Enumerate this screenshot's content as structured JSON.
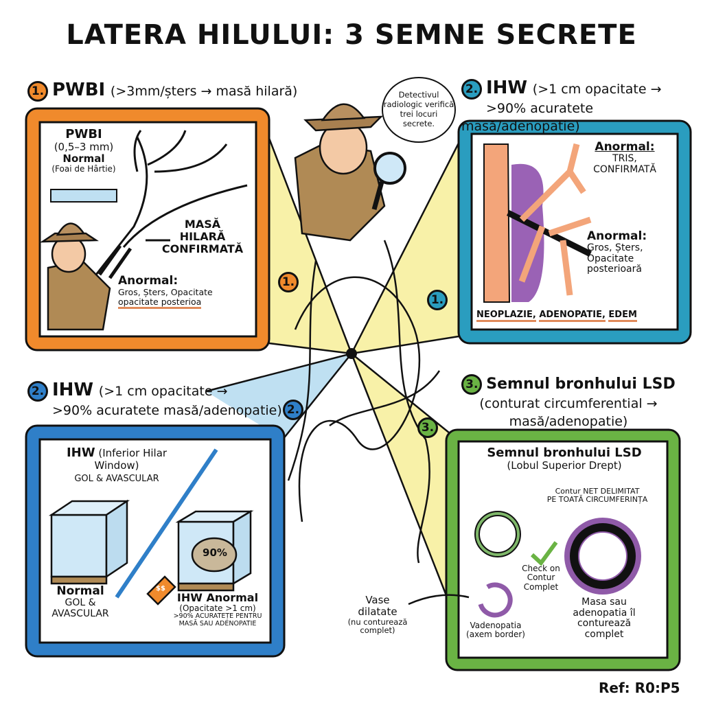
{
  "title": "LATERA HILULUI: 3 SEMNE SECRETE",
  "colors": {
    "orange": "#f08a2c",
    "teal": "#2a9dbf",
    "blue": "#2f7fc8",
    "green": "#6ab344",
    "purple": "#8f5aa8",
    "beam": "#f8f1a8",
    "beam_blue": "#bfe0f2",
    "tan": "#b08a55"
  },
  "speech_bubble": "Detectivul radiologic verifică trei locuri secrete.",
  "markers": {
    "m1a": "1.",
    "m1b": "1.",
    "m2": "2.",
    "m3": "3."
  },
  "panel1": {
    "badge": "1.",
    "heading": "PWBI",
    "heading_sub": "(>3mm/șters → masă hilară)",
    "label_title": "PWBI",
    "label_range": "(0,5–3 mm)",
    "label_normal": "Normal",
    "label_paper": "(Foai de Hârtie)",
    "arrow_text": [
      "MASĂ",
      "HILARĂ",
      "CONFIRMATĂ"
    ],
    "abnormal_title": "Anormal:",
    "abnormal_line1": "Gros, Șters, Opacitate",
    "abnormal_line2": "opacitate posterioa"
  },
  "panel2": {
    "badge": "2.",
    "heading": "IHW",
    "heading_sub1": "(>1 cm opacitate →",
    "heading_sub2": ">90% acuratete masă/adenopatie)",
    "abn1_title": "Anormal:",
    "abn1_text": [
      "TRIS,",
      "CONFIRMATĂ"
    ],
    "abn2_title": "Anormal:",
    "abn2_text": [
      "Gros, Șters,",
      "Opacitate",
      "posterioară"
    ],
    "bottom": [
      "NEOPLAZIE,",
      "ADENOPATIE,",
      "EDEM"
    ]
  },
  "panel2b": {
    "badge": "2.",
    "heading": "IHW",
    "heading_sub1": "(>1 cm opacitate →",
    "heading_sub2": ">90% acuratete masă/adenopatie)",
    "title": "IHW",
    "title_sub": "(Inferior Hilar Window)",
    "title_desc": "GOL & AVASCULAR",
    "normal_label": "Normal",
    "normal_desc": [
      "GOL &",
      "AVASCULAR"
    ],
    "cube_value": "90%",
    "tag": "$$",
    "abn_title": "IHW Anormal",
    "abn_sub": "(Opacitate >1 cm)",
    "abn_desc": [
      ">90% ACURATEȚE PENTRU",
      "MASĂ SAU ADENOPATIE"
    ]
  },
  "panel3": {
    "badge": "3.",
    "heading": "Semnul bronhului LSD",
    "heading_sub1": "(conturat circumferential →",
    "heading_sub2": "masă/adenopatie)",
    "title": "Semnul bronhului LSD",
    "title_sub": "(Lobul Superior Drept)",
    "contour_note": [
      "Contur NET DELIMITAT",
      "PE TOATĂ CIRCUMFERINȚA"
    ],
    "check_label": [
      "Check on",
      "Contur",
      "Complet"
    ],
    "vad_label": [
      "Vadenopatia",
      "(axem border)"
    ],
    "mass_label": [
      "Masa sau",
      "adenopatia îl",
      "conturează",
      "complet"
    ]
  },
  "vase": {
    "title": [
      "Vase",
      "dilatate"
    ],
    "sub": [
      "(nu conturează",
      "complet)"
    ]
  },
  "ref": "Ref: R0:P5"
}
